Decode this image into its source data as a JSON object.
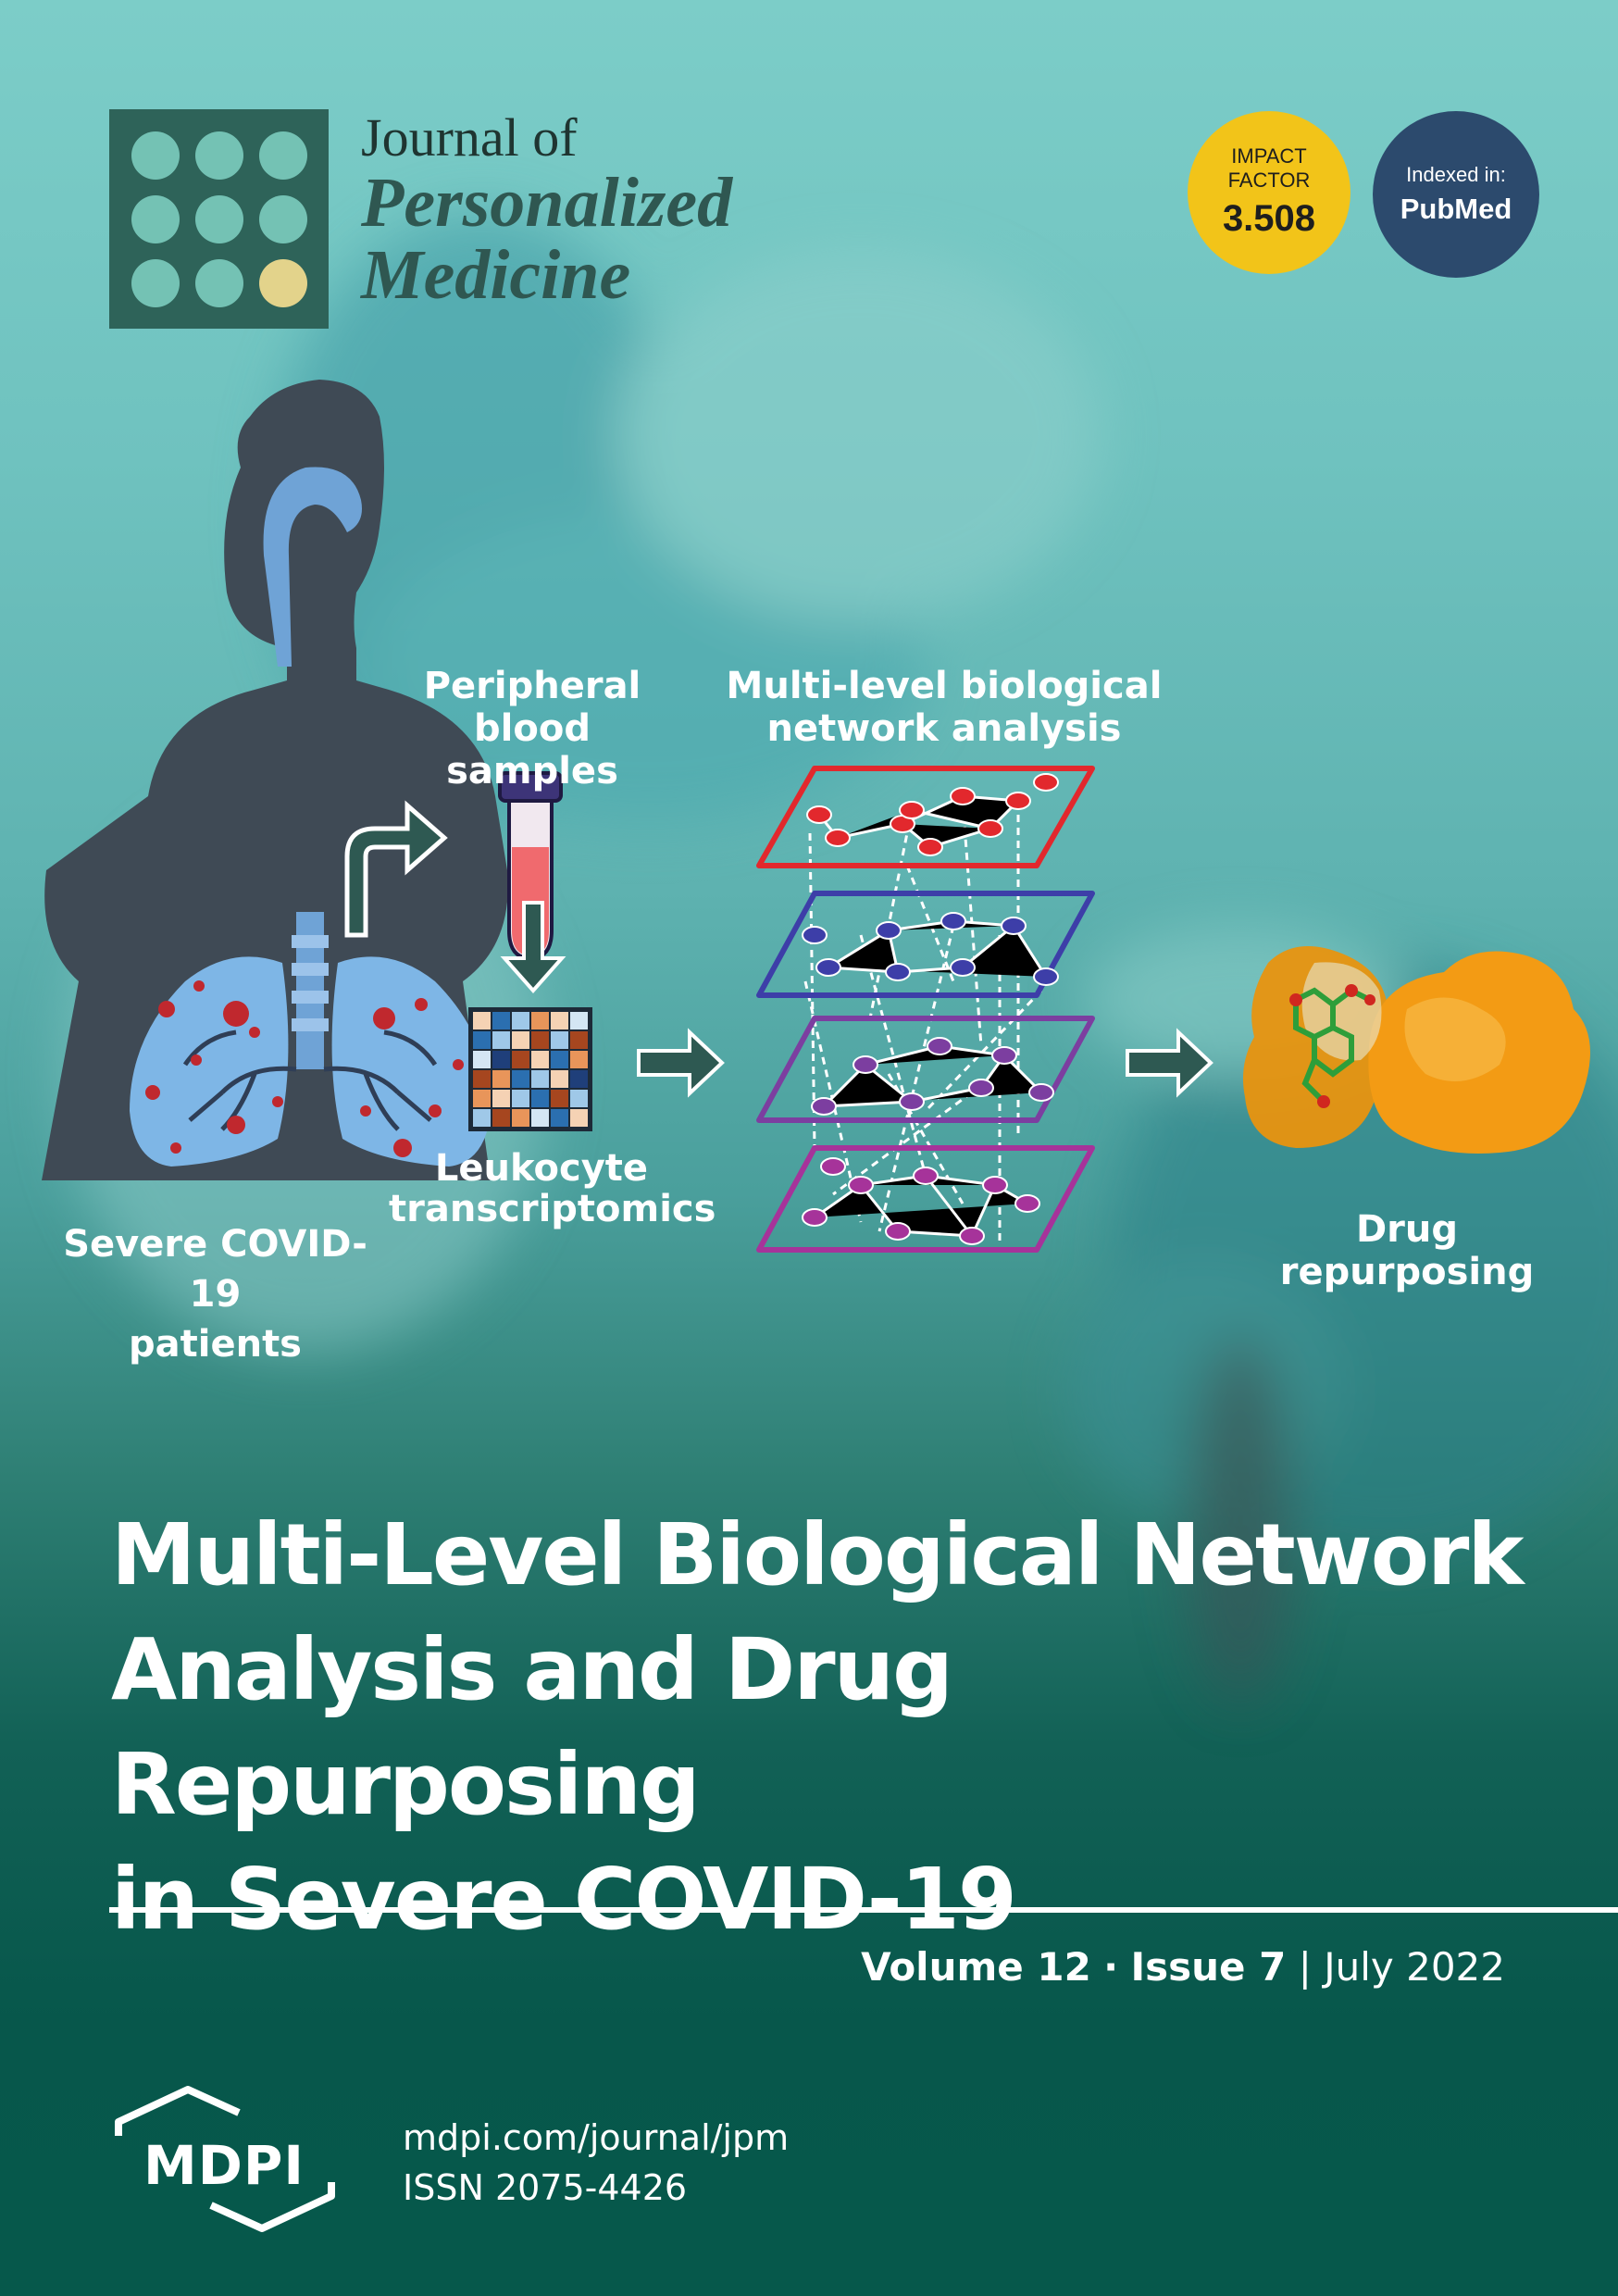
{
  "journal": {
    "line1": "Journal of",
    "line2": "Personalized",
    "line3": "Medicine"
  },
  "badges": {
    "impact_label_1": "IMPACT",
    "impact_label_2": "FACTOR",
    "impact_value": "3.508",
    "indexed_label": "Indexed in:",
    "indexed_value": "PubMed"
  },
  "graphic": {
    "step_samples": "Peripheral\nblood samples",
    "step_network": "Multi-level biological\nnetwork analysis",
    "step_transcriptomics": "Leukocyte\ntranscriptomics",
    "step_patients": "Severe COVID-19\npatients",
    "step_drug": "Drug repurposing"
  },
  "title": {
    "line1": "Multi-Level Biological Network",
    "line2": "Analysis and Drug Repurposing",
    "line3": "in Severe COVID-19"
  },
  "issue": {
    "volume": "Volume 12",
    "separator": "·",
    "issue": "Issue 7",
    "divider": "|",
    "date": "July 2022"
  },
  "publisher": {
    "logo_text": "MDPI",
    "url": "mdpi.com/journal/jpm",
    "issn": "ISSN 2075-4426"
  },
  "colors": {
    "logo_box": "#2e6359",
    "logo_dot": "#74c2b4",
    "logo_dot_accent": "#e3d38b",
    "impact_badge": "#f2c419",
    "pubmed_badge": "#2c4a6d",
    "layer_red": "#e2282d",
    "layer_blue": "#3d3ea8",
    "layer_purple": "#7c3ea0",
    "layer_magenta": "#a6339a"
  }
}
